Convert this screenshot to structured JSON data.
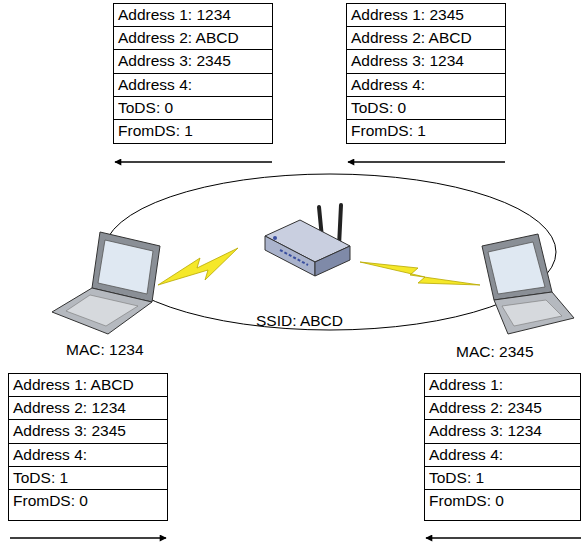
{
  "diagram": {
    "nodes": [
      {
        "text": [
          "Address 1: 1234",
          "Address 2: ABCD",
          "Address 3: 2345",
          "Address 4:",
          "ToDS: 0",
          "FromDS: 1"
        ]
      },
      {
        "text": [
          "Address 1: 2345",
          "Address 2: ABCD",
          "Address 3: 1234",
          "Address 4:",
          "ToDS: 0",
          "FromDS: 1"
        ]
      },
      {
        "text": [
          "Address 1: ABCD",
          "Address 2: 1234",
          "Address 3: 2345",
          "Address 4:",
          "ToDS: 1",
          "FromDS: 0"
        ]
      },
      {
        "text": [
          "Address 1:",
          "Address 2: 2345",
          "Address 3: 1234",
          "Address 4:",
          "ToDS: 1",
          "FromDS: 0"
        ]
      }
    ],
    "labels": [
      "MAC: 1234",
      "SSID: ABCD",
      "MAC: 2345"
    ]
  }
}
